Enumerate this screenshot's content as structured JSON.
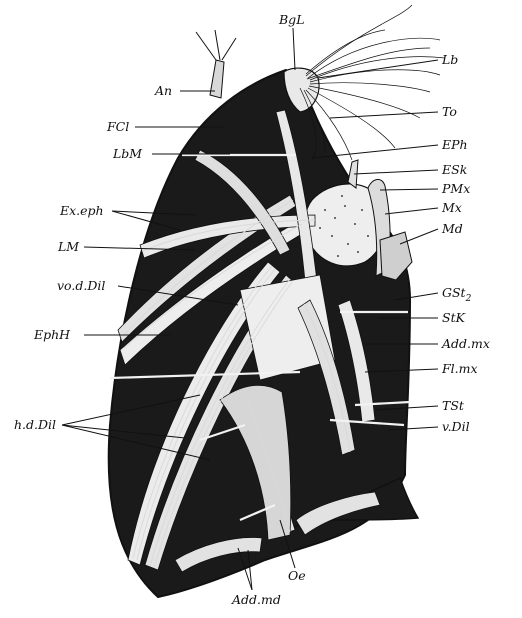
{
  "labels": {
    "BgL": "BgL",
    "Lb": "Lb",
    "To": "To",
    "EPh": "EPh",
    "ESk": "ESk",
    "PMx": "PMx",
    "Mx": "Mx",
    "Md": "Md",
    "GSt": "GSt",
    "GSt_sub": "2",
    "StK": "StK",
    "Addmx": "Add.mx",
    "Flmx": "Fl.mx",
    "TSt": "TSt",
    "vDil": "v.Dil",
    "An": "An",
    "FCl": "FCl",
    "LbM": "LbM",
    "Exeph": "Ex.eph",
    "LM": "LM",
    "vodDil": "vo.d.Dil",
    "EphH": "EphH",
    "hdDil": "h.d.Dil",
    "Oe": "Oe",
    "Addmd": "Add.md"
  },
  "colors": {
    "ink": "#111111",
    "body_fill": "#1a1a1a",
    "muscle": "#efefef",
    "paper": "#ffffff"
  }
}
